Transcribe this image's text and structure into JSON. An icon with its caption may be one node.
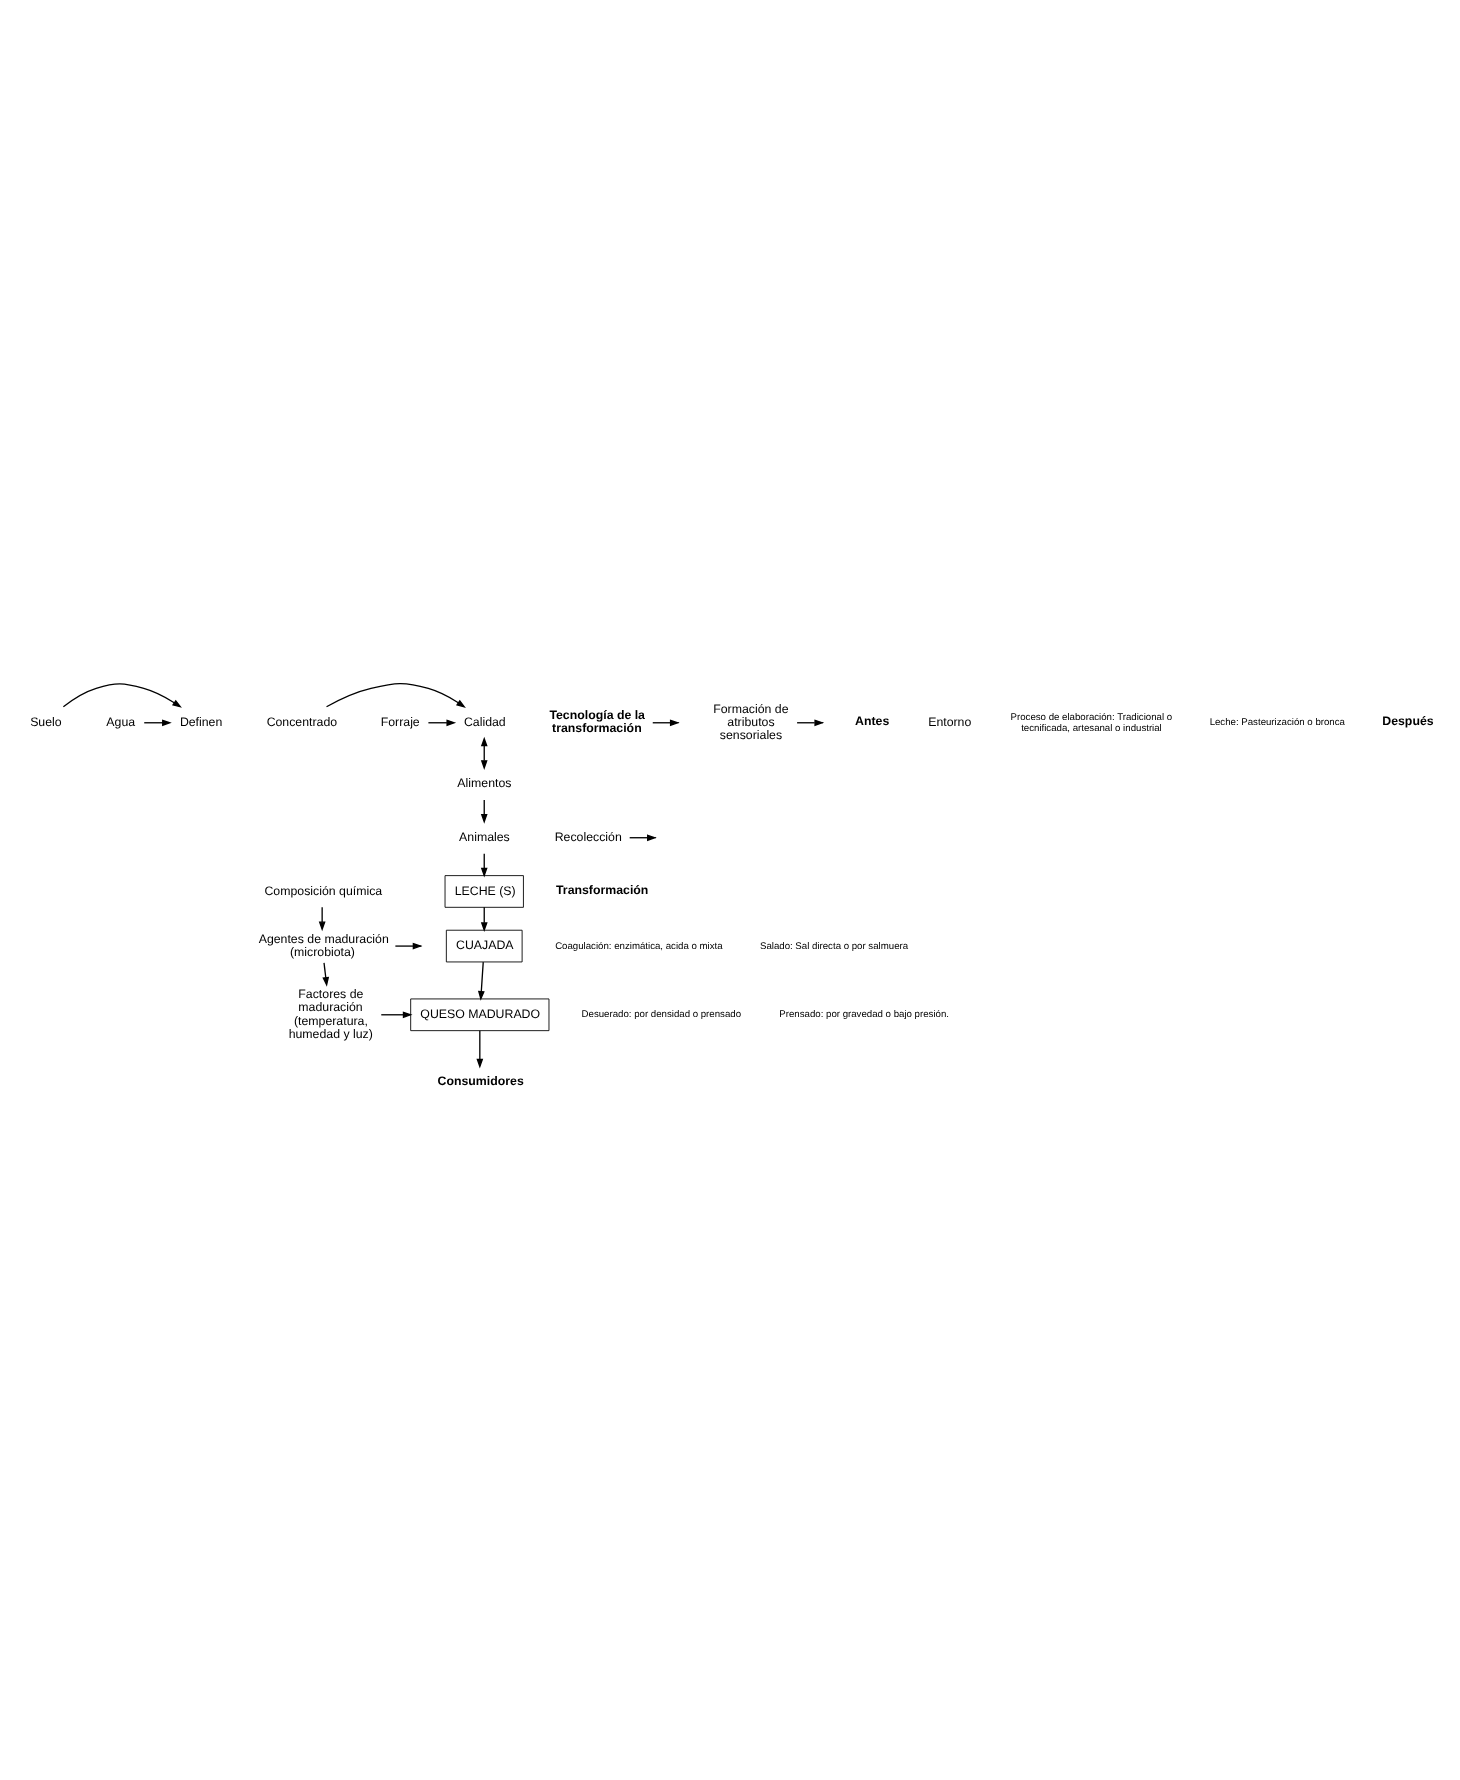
{
  "diagram": {
    "nodes": [
      {
        "text": [
          "Suelo"
        ]
      },
      {
        "text": [
          "Definen"
        ]
      },
      {
        "text": [
          "Agua"
        ]
      },
      {
        "text": [
          "Calidad"
        ]
      },
      {
        "text": [
          "Concentrado"
        ]
      },
      {
        "text": [
          "Forraje"
        ]
      },
      {
        "text": [
          "Alimentos"
        ]
      },
      {
        "text": [
          "Animales"
        ]
      },
      {
        "text": [
          "Recolección"
        ]
      },
      {
        "text": [
          "LECHE (S)"
        ]
      },
      {
        "text": [
          "Tecnología de la transformación"
        ]
      },
      {
        "text": [
          "CUAJADA"
        ]
      },
      {
        "text": [
          "Composición química"
        ]
      },
      {
        "text": [
          "Agentes de maduración (microbiota)"
        ]
      },
      {
        "text": [
          "Factores de maduración (temperatura, humedad y luz)"
        ]
      },
      {
        "text": [
          "QUESO MADURADO"
        ]
      },
      {
        "text": [
          "Formación de atributos sensoriales"
        ]
      },
      {
        "text": [
          "Consumidores"
        ]
      }
    ],
    "edges": [
      {
        "from": 0,
        "to": 1,
        "arrow": "to"
      },
      {
        "from": 2,
        "to": 1,
        "arrow": "to"
      },
      {
        "from": 4,
        "to": 3,
        "arrow": "to"
      },
      {
        "from": 5,
        "to": 3,
        "arrow": "to"
      },
      {
        "from": 3,
        "to": 6,
        "arrow": "both"
      },
      {
        "from": 6,
        "to": 7,
        "arrow": "to"
      },
      {
        "from": 7,
        "to": 9,
        "arrow": "to"
      },
      {
        "from": 8,
        "to": null,
        "arrow": "to"
      },
      {
        "from": 9,
        "to": 11,
        "arrow": "to"
      },
      {
        "from": 10,
        "to": null,
        "arrow": "to"
      },
      {
        "from": 11,
        "to": 15,
        "arrow": "to"
      },
      {
        "from": 12,
        "to": 13,
        "arrow": "to"
      },
      {
        "from": 13,
        "to": 14,
        "arrow": "to"
      },
      {
        "from": 13,
        "to": null,
        "arrow": "to"
      },
      {
        "from": 14,
        "to": 15,
        "arrow": "to"
      },
      {
        "from": 16,
        "to": null,
        "arrow": "to"
      },
      {
        "from": 15,
        "to": 17,
        "arrow": "to"
      }
    ],
    "labels": [
      "Antes",
      "Entorno",
      "Proceso de elaboración: Tradicional o tecnificada, artesanal o industrial",
      "Leche: Pasteurización o bronca",
      "Transformación",
      "Coagulación: enzimática, acida o mixta",
      "Salado: Sal directa o por salmuera",
      "Desuerado: por densidad o prensado",
      "Prensado: por gravedad o bajo presión.",
      "Después"
    ]
  }
}
